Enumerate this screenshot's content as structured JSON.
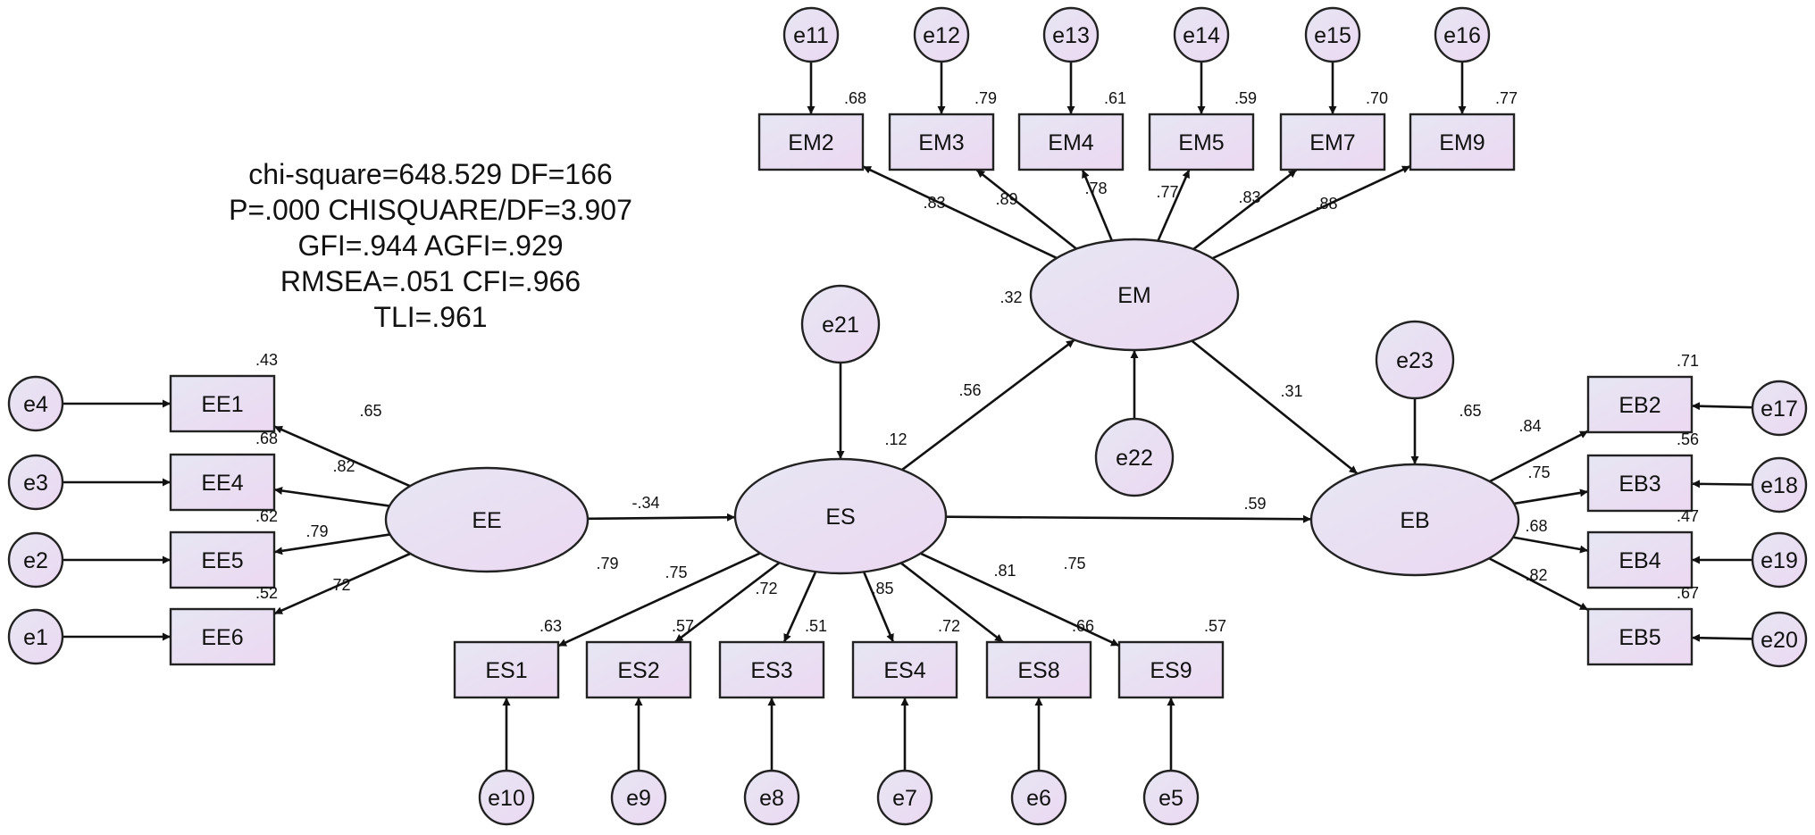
{
  "fit_stats": {
    "line1": "chi-square=648.529 DF=166",
    "line2": "P=.000 CHISQUARE/DF=3.907",
    "line3": "GFI=.944 AGFI=.929",
    "line4": "RMSEA=.051 CFI=.966",
    "line5": "TLI=.961"
  },
  "colors": {
    "node_fill_start": "#e6e6f3",
    "node_fill_end": "#ecd8f2",
    "stroke": "#222222"
  },
  "latents": {
    "EE": {
      "label": "EE"
    },
    "ES": {
      "label": "ES",
      "r2": ".12"
    },
    "EM": {
      "label": "EM",
      "r2": ".32"
    },
    "EB": {
      "label": "EB",
      "r2": ".65"
    }
  },
  "structural_paths": [
    {
      "from": "EE",
      "to": "ES",
      "value": "-.34"
    },
    {
      "from": "ES",
      "to": "EM",
      "value": ".56"
    },
    {
      "from": "ES",
      "to": "EB",
      "value": ".59"
    },
    {
      "from": "EM",
      "to": "EB",
      "value": ".31"
    }
  ],
  "disturbances": [
    {
      "label": "e21",
      "target": "ES"
    },
    {
      "label": "e22",
      "target": "EM"
    },
    {
      "label": "e23",
      "target": "EB"
    }
  ],
  "indicators": {
    "EE": [
      {
        "label": "EE1",
        "loading": ".65",
        "r2": ".43",
        "error": "e4"
      },
      {
        "label": "EE4",
        "loading": ".82",
        "r2": ".68",
        "error": "e3"
      },
      {
        "label": "EE5",
        "loading": ".79",
        "r2": ".62",
        "error": "e2"
      },
      {
        "label": "EE6",
        "loading": ".72",
        "r2": ".52",
        "error": "e1"
      }
    ],
    "ES": [
      {
        "label": "ES1",
        "loading": ".79",
        "r2": ".63",
        "error": "e10"
      },
      {
        "label": "ES2",
        "loading": ".75",
        "r2": ".57",
        "error": "e9"
      },
      {
        "label": "ES3",
        "loading": ".72",
        "r2": ".51",
        "error": "e8"
      },
      {
        "label": "ES4",
        "loading": ".85",
        "r2": ".72",
        "error": "e7"
      },
      {
        "label": "ES8",
        "loading": ".81",
        "r2": ".66",
        "error": "e6"
      },
      {
        "label": "ES9",
        "loading": ".75",
        "r2": ".57",
        "error": "e5"
      }
    ],
    "EM": [
      {
        "label": "EM2",
        "loading": ".83",
        "r2": ".68",
        "error": "e11"
      },
      {
        "label": "EM3",
        "loading": ".89",
        "r2": ".79",
        "error": "e12"
      },
      {
        "label": "EM4",
        "loading": ".78",
        "r2": ".61",
        "error": "e13"
      },
      {
        "label": "EM5",
        "loading": ".77",
        "r2": ".59",
        "error": "e14"
      },
      {
        "label": "EM7",
        "loading": ".83",
        "r2": ".70",
        "error": "e15"
      },
      {
        "label": "EM9",
        "loading": ".88",
        "r2": ".77",
        "error": "e16"
      }
    ],
    "EB": [
      {
        "label": "EB2",
        "loading": ".84",
        "r2": ".71",
        "error": "e17"
      },
      {
        "label": "EB3",
        "loading": ".75",
        "r2": ".56",
        "error": "e18"
      },
      {
        "label": "EB4",
        "loading": ".68",
        "r2": ".47",
        "error": "e19"
      },
      {
        "label": "EB5",
        "loading": ".82",
        "r2": ".67",
        "error": "e20"
      }
    ]
  }
}
